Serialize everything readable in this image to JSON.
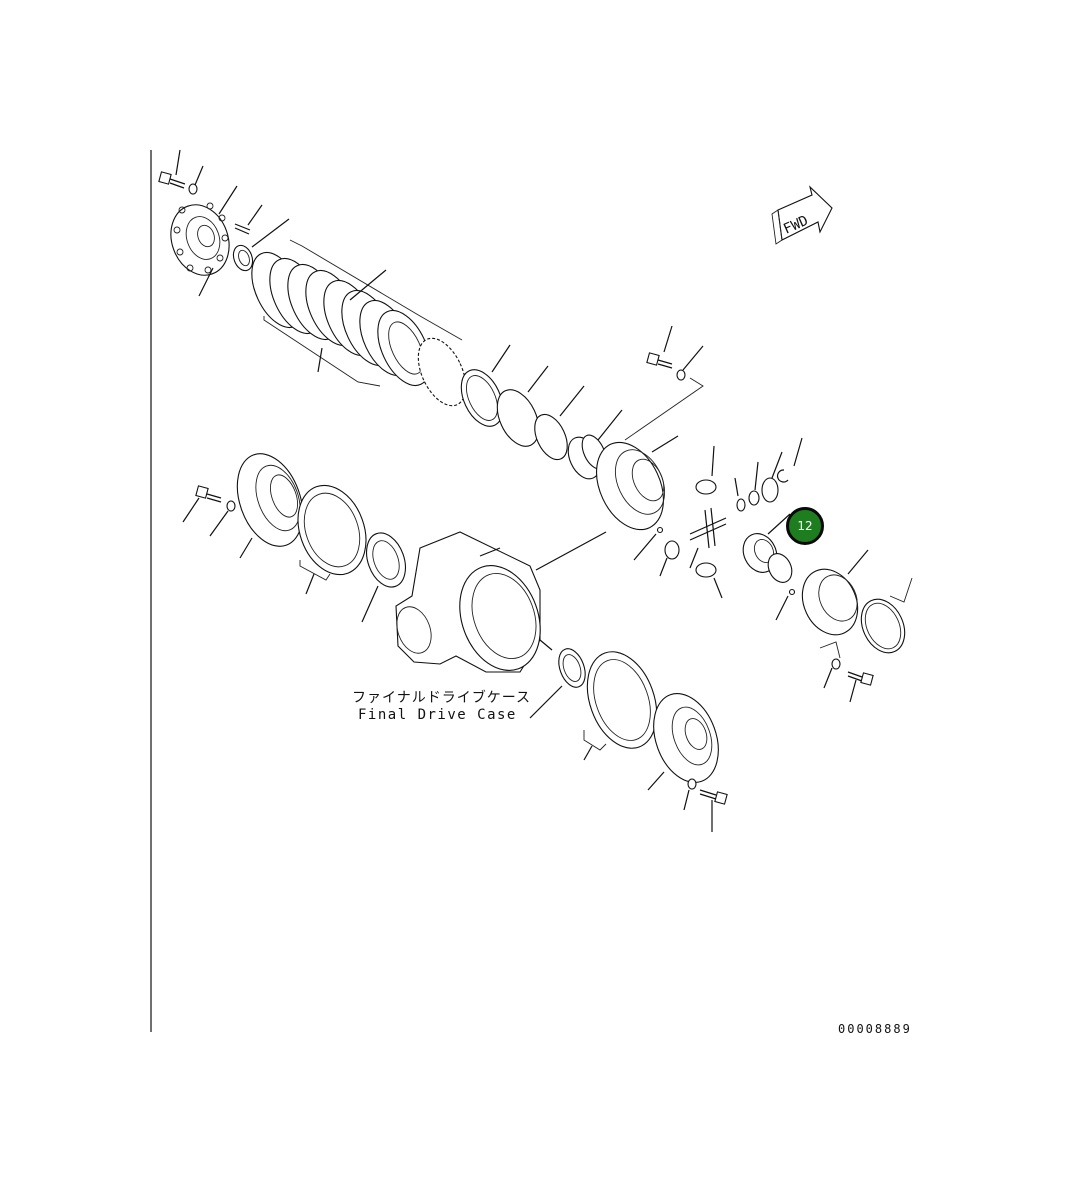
{
  "diagram": {
    "case_label_jp": "ファイナルドライブケース",
    "case_label_en": "Final Drive Case",
    "fwd_label": "FWD",
    "drawing_number": "00008889",
    "callout": {
      "number": "12",
      "color": "#1e7d1e"
    }
  }
}
